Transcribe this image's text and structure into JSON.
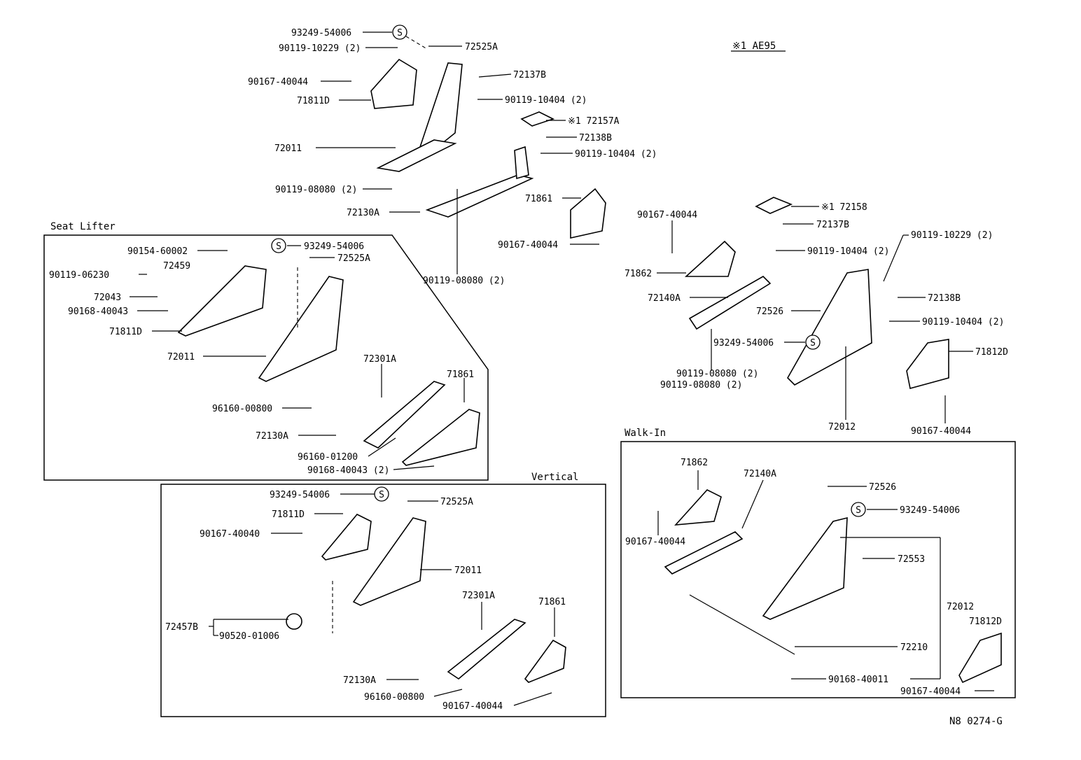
{
  "header": {
    "note": "※1 AE95",
    "footer_code": "N8 0274-G"
  },
  "sections": {
    "seat_lifter": "Seat Lifter",
    "vertical": "Vertical",
    "walk_in": "Walk-In"
  },
  "labels": {
    "top": [
      "93249-54006",
      "90119-10229 (2)",
      "72525A",
      "90167-40044",
      "72137B",
      "71811D",
      "90119-10404 (2)",
      "※1 72157A",
      "72138B",
      "72011",
      "90119-10404 (2)",
      "90119-08080 (2)",
      "71861",
      "72130A",
      "90167-40044",
      "90119-08080 (2)"
    ],
    "right": [
      "※1 72158",
      "90167-40044",
      "72137B",
      "90119-10229 (2)",
      "90119-10404 (2)",
      "71862",
      "72140A",
      "72138B",
      "72526",
      "90119-10404 (2)",
      "93249-54006",
      "71812D",
      "90119-08080 (2)",
      "90119-08080 (2)",
      "72012",
      "90167-40044"
    ],
    "lifter": [
      "93249-54006",
      "90154-60002",
      "72525A",
      "72459",
      "90119-06230",
      "72043",
      "90168-40043",
      "71811D",
      "72011",
      "72301A",
      "71861",
      "96160-00800",
      "72130A",
      "96160-01200",
      "90168-40043 (2)"
    ],
    "vertical": [
      "93249-54006",
      "72525A",
      "71811D",
      "90167-40040",
      "72011",
      "72301A",
      "71861",
      "72457B",
      "90520-01006",
      "72130A",
      "96160-00800",
      "90167-40044"
    ],
    "walkin": [
      "71862",
      "72140A",
      "72526",
      "93249-54006",
      "90167-40044",
      "72553",
      "72012",
      "71812D",
      "72210",
      "90168-40011",
      "90167-40044"
    ]
  },
  "symbols": {
    "s_mark": "S"
  }
}
